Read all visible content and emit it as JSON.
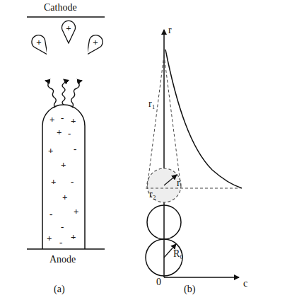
{
  "diagram": {
    "nodes": [
      {
        "text": [
          "+"
        ]
      },
      {
        "text": [
          "+"
        ]
      },
      {
        "text": [
          "+"
        ]
      }
    ],
    "labels": [
      "Cathode",
      "Anode",
      "(a)",
      "(b)",
      "r",
      "c",
      "r₁",
      "r₂",
      "R₀",
      "0",
      "r",
      "+",
      "-",
      "+",
      "+",
      "-",
      "+",
      "-",
      "+",
      "+",
      "-",
      "+",
      "-",
      "+",
      "-",
      "+",
      "+",
      "-"
    ]
  }
}
